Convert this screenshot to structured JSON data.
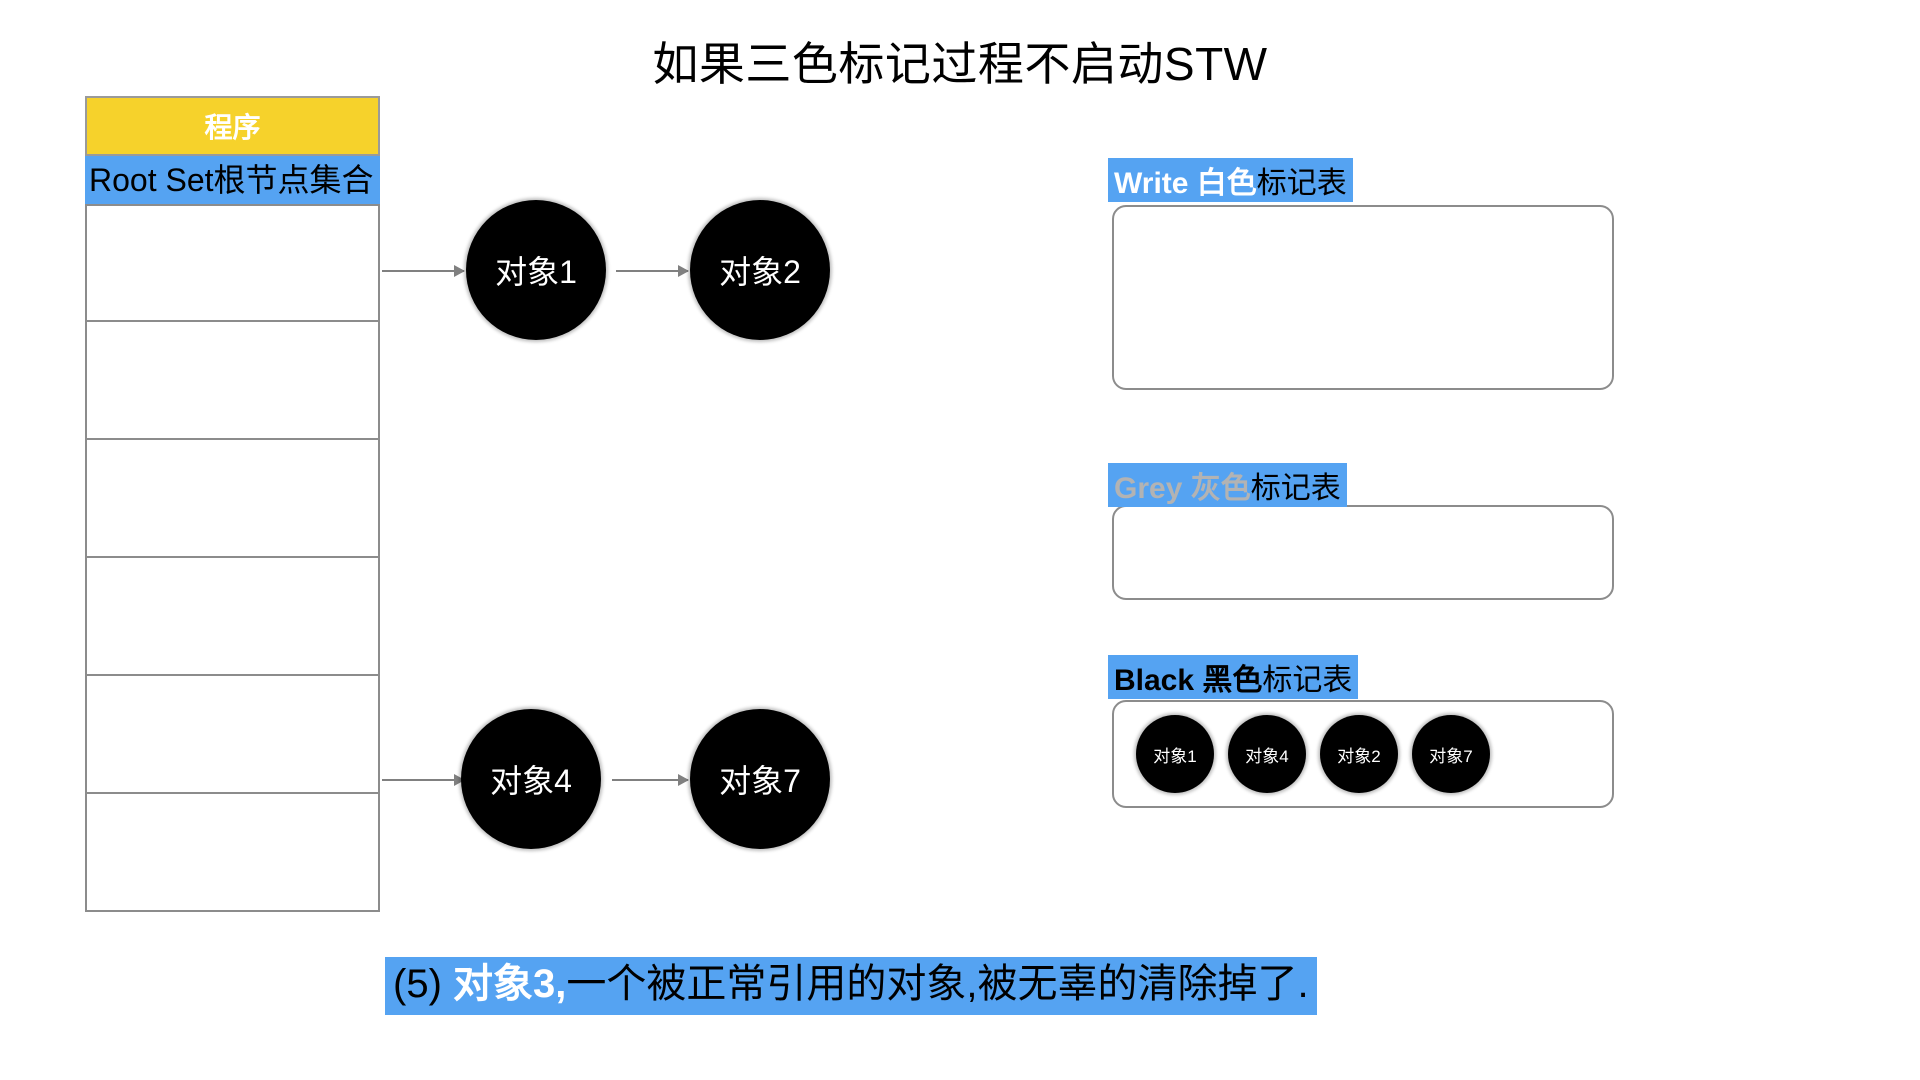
{
  "slide": {
    "title": "如果三色标记过程不启动STW",
    "background": "#ffffff"
  },
  "colors": {
    "accent_blue": "#55A3F2",
    "header_yellow": "#F6D22B",
    "node_black": "#000000",
    "border_gray": "#8c8c8c",
    "arrow_gray": "#808080",
    "grey_keyword": "#B3B3B3"
  },
  "program_table": {
    "header_label": "程序",
    "rootset_label": "Root Set根节点集合",
    "empty_row_count": 6
  },
  "graph": {
    "rows": [
      {
        "nodes": [
          "对象1",
          "对象2"
        ]
      },
      {
        "nodes": [
          "对象4",
          "对象7"
        ]
      }
    ],
    "node_1": "对象1",
    "node_2": "对象2",
    "node_4": "对象4",
    "node_7": "对象7"
  },
  "mark_tables": [
    {
      "keyword": "Write 白色",
      "suffix": "标记表",
      "keyword_color": "#ffffff",
      "items": []
    },
    {
      "keyword": "Grey 灰色",
      "suffix": "标记表",
      "keyword_color": "#B3B3B3",
      "items": []
    },
    {
      "keyword": "Black 黑色",
      "suffix": "标记表",
      "keyword_color": "#000000",
      "items": [
        "对象1",
        "对象4",
        "对象2",
        "对象7"
      ]
    }
  ],
  "caption": {
    "number": "(5) ",
    "highlight": "对象3,",
    "rest": "一个被正常引用的对象,被无辜的清除掉了."
  }
}
